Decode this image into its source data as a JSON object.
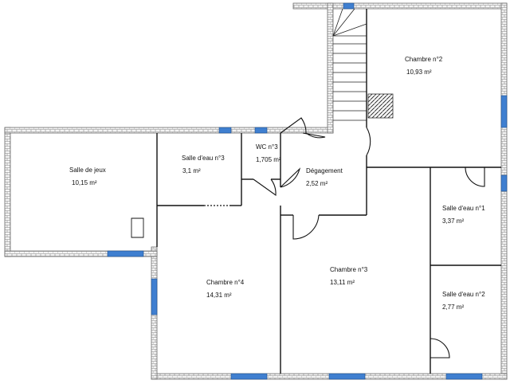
{
  "rooms": [
    {
      "id": "chambre2",
      "name": "Chambre n°2",
      "area": "10,93  m²"
    },
    {
      "id": "salle-de-jeux",
      "name": "Salle de jeux",
      "area": "10,15  m²"
    },
    {
      "id": "salle-eau3",
      "name": "Salle d'eau n°3",
      "area": "3,1  m²"
    },
    {
      "id": "wc3",
      "name": "WC n°3",
      "area": "1,705  m²"
    },
    {
      "id": "degagement",
      "name": "Dégagement",
      "area": "2,52  m²"
    },
    {
      "id": "salle-eau1",
      "name": "Salle d'eau n°1",
      "area": "3,37  m²"
    },
    {
      "id": "chambre4",
      "name": "Chambre n°4",
      "area": "14,31  m²"
    },
    {
      "id": "chambre3",
      "name": "Chambre n°3",
      "area": "13,11  m²"
    },
    {
      "id": "salle-eau2",
      "name": "Salle d'eau n°2",
      "area": "2,77  m²"
    }
  ],
  "colors": {
    "wall_fill": "#f4f4f4",
    "wall_stroke": "#6a6a6a",
    "window": "#3f7fd0",
    "line": "#111111"
  }
}
